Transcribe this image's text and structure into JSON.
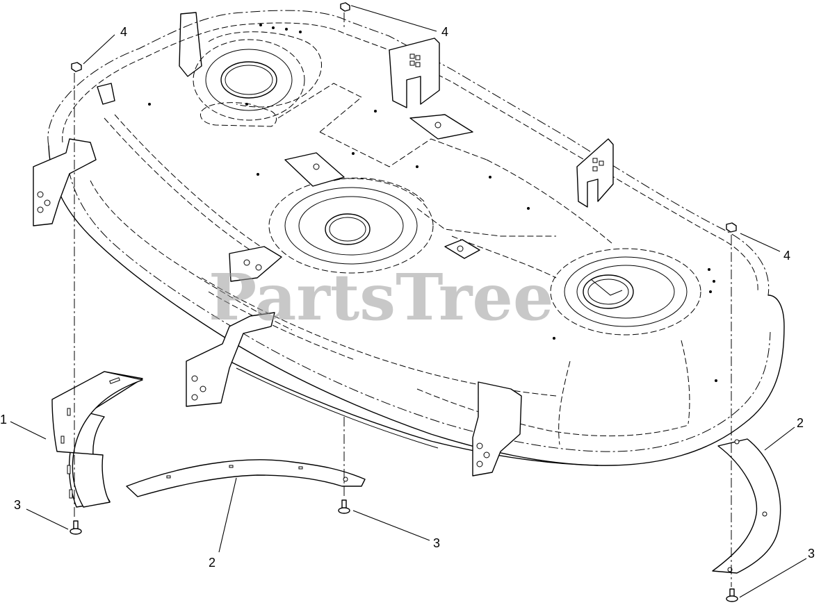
{
  "watermark": "PartsTree",
  "callouts": [
    {
      "id": "c1",
      "label": "1"
    },
    {
      "id": "c2a",
      "label": "2"
    },
    {
      "id": "c2b",
      "label": "2"
    },
    {
      "id": "c3a",
      "label": "3"
    },
    {
      "id": "c3b",
      "label": "3"
    },
    {
      "id": "c3c",
      "label": "3"
    },
    {
      "id": "c4a",
      "label": "4"
    },
    {
      "id": "c4b",
      "label": "4"
    },
    {
      "id": "c4c",
      "label": "4"
    }
  ]
}
